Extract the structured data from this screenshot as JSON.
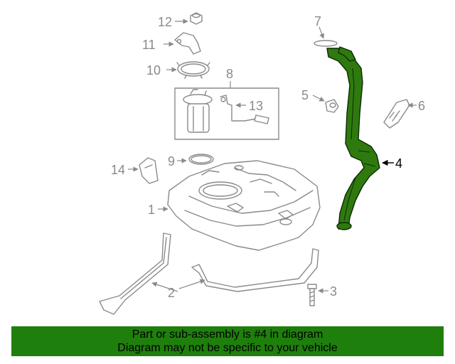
{
  "callouts": {
    "c1": "1",
    "c2": "2",
    "c3": "3",
    "c4": "4",
    "c5": "5",
    "c6": "6",
    "c7": "7",
    "c8": "8",
    "c9": "9",
    "c10": "10",
    "c11": "11",
    "c12": "12",
    "c13": "13",
    "c14": "14"
  },
  "highlighted_part": "4",
  "colors": {
    "highlight": "#2f7a0f",
    "banner": "#1f7f0c",
    "line_art": "#8a8a8a"
  },
  "banner": {
    "line1": "Part or sub-assembly is #4 in diagram",
    "line2": "Diagram may not be specific to your vehicle"
  }
}
